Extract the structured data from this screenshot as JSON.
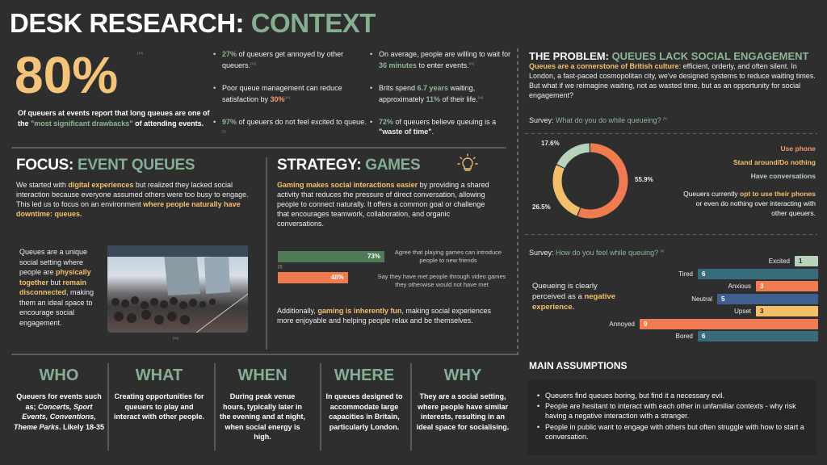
{
  "title": {
    "main": "DESK RESEARCH: ",
    "accent": "CONTEXT"
  },
  "hero": {
    "value": "80%",
    "ref": "[13]",
    "text_pre": "Of queuers at events report that long queues are one of the ",
    "text_accent": "\"most significant drawbacks\"",
    "text_post": " of attending events."
  },
  "facts_left": [
    {
      "accent": "27%",
      "text": " of queuers get annoyed by other queuers.",
      "ref": "[13]"
    },
    {
      "pre": "Poor queue management can reduce satisfaction by ",
      "accent": "30%",
      "ref": "[11]"
    },
    {
      "accent": "97%",
      "text": " of queuers do not feel excited to queue.",
      "ref": "[7]"
    }
  ],
  "facts_right": [
    {
      "pre": "On average, people are willing to wait for ",
      "accent": "36 minutes",
      "post": " to enter events.",
      "ref": "[22]"
    },
    {
      "pre": "Brits spend ",
      "accent": "6.7 years",
      "mid": " waiting, approximately ",
      "accent2": "11%",
      "post": " of their life.",
      "ref": "[14]"
    },
    {
      "accent": "72%",
      "pre2": " of queuers believe queuing is a ",
      "bold": "\"waste of time\"",
      "post": "."
    }
  ],
  "focus": {
    "title": "FOCUS: ",
    "title_accent": "EVENT QUEUES",
    "p1": "We started with ",
    "p1_accent": "digital experiences",
    "p1b": " but realized they lacked social interaction because everyone assumed others were too busy to engage. This led us to focus on an environment ",
    "p1_accent2": "where people naturally have downtime: queues.",
    "side_pre": "Queues are a unique social setting where people are ",
    "side_accent": "physically together",
    "side_mid": " but ",
    "side_accent2": "remain disconnected",
    "side_post": ", making them an ideal space to encourage social engagement.",
    "photo_ref": "[16]"
  },
  "strategy": {
    "title": "STRATEGY: ",
    "title_accent": "GAMES",
    "p1_accent": "Gaming makes social interactions easier",
    "p1": " by providing a shared activity that reduces the pressure of direct conversation, allowing people to connect naturally. It offers a common goal or challenge that encourages teamwork, collaboration, and organic conversations.",
    "p2_pre": "Additionally, ",
    "p2_accent": "gaming is inherently fun",
    "p2": ", making social experiences more enjoyable and helping people relax and be themselves.",
    "ref": "[3]"
  },
  "strategy_chart": {
    "type": "bar",
    "series": [
      {
        "value": 73,
        "label": "73%",
        "desc": "Agree that playing games can introduce people to new friends",
        "color": "#4e7a5a"
      },
      {
        "value": 48,
        "label": "48%",
        "desc": "Say they have met people through video games they otherwise would not have met",
        "color": "#ef7b50"
      }
    ]
  },
  "w5": [
    {
      "head": "WHO",
      "text_pre": "Queuers for events such as; ",
      "text_it": "Concerts, Sport Events, Conventions, Theme Parks",
      "text_post": ". Likely 18-35"
    },
    {
      "head": "WHAT",
      "text": "Creating opportunities for queuers to play and interact with other people."
    },
    {
      "head": "WHEN",
      "text": "During peak venue hours, typically later in the evening and at night, when social energy is high."
    },
    {
      "head": "WHERE",
      "text": "In queues designed to accommodate large capacities in Britain, particularly London."
    },
    {
      "head": "WHY",
      "text": "They are a social setting, where people have similar interests, resulting in an ideal space for socialising."
    }
  ],
  "problem": {
    "title": "THE PROBLEM: ",
    "title_accent": "QUEUES LACK SOCIAL ENGAGEMENT",
    "p_accent": "Queues are a cornerstone of British culture",
    "p": ": efficient, orderly, and often silent. In London, a fast-paced cosmopolitan city, we've designed systems to reduce waiting times. But what if we reimagine waiting, not as wasted time, but as an opportunity for social engagement?"
  },
  "survey1": {
    "label": "Survey: ",
    "question": "What do you do while queueing?",
    "ref": "[5]",
    "legend": [
      {
        "name": "Use phone",
        "color": "#ef7b50"
      },
      {
        "name": "Stand around/Do nothing",
        "color": "#f2c06b"
      },
      {
        "name": "Have conversations",
        "color": "#b7d2bd"
      }
    ],
    "note_pre": "Queuers currently ",
    "note_bold": "opt to use their phones",
    "note_post": " or even do nothing over interacting with other queuers."
  },
  "chart_data": [
    {
      "type": "pie",
      "categories": [
        "Use phone",
        "Stand around/Do nothing",
        "Have conversations"
      ],
      "values": [
        55.9,
        26.5,
        17.6
      ],
      "labels": [
        "55.9%",
        "26.5%",
        "17.6%"
      ],
      "colors": [
        "#ef7b50",
        "#f2c06b",
        "#b7d2bd"
      ]
    },
    {
      "type": "bar",
      "orientation": "horizontal",
      "categories": [
        "Excited",
        "Tired",
        "Anxious",
        "Neutral",
        "Upset",
        "Annoyed",
        "Bored"
      ],
      "values": [
        1,
        6,
        3,
        5,
        3,
        9,
        6
      ],
      "colors": [
        "#b7d2bd",
        "#3a6b7a",
        "#ef7b50",
        "#3e5f90",
        "#f2c06b",
        "#ef7b50",
        "#3a6b7a"
      ],
      "xlim": [
        0,
        9
      ]
    }
  ],
  "survey2": {
    "label": "Survey: ",
    "question": "How do you feel while queuing?",
    "ref": "[5]",
    "note_pre": "Queueing is clearly perceived as a ",
    "note_accent": "negative experience."
  },
  "assumptions": {
    "title": "MAIN ASSUMPTIONS",
    "items": [
      "Queuers find queues boring, but find it a necessary evil.",
      "People are hesitant to interact with each other in unfamiliar contexts - why risk having a negative interaction with a stranger.",
      "People in public want to engage with others but often struggle with how to start a conversation."
    ]
  }
}
